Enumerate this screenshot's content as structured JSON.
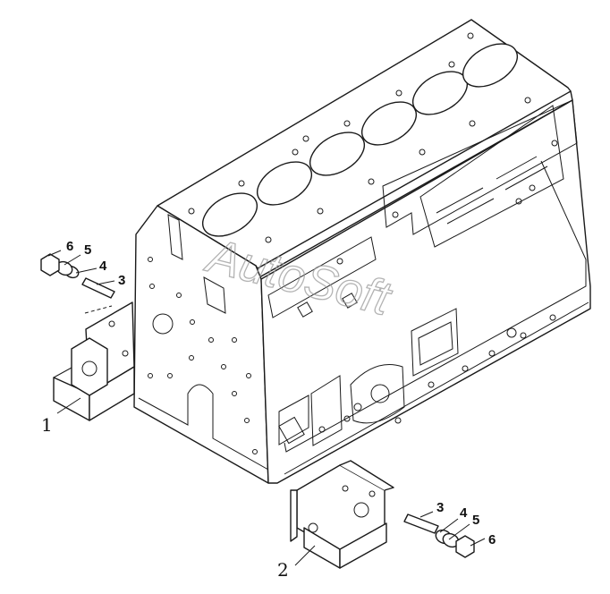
{
  "watermark": "AutoSoft",
  "callouts": {
    "left_bracket": "1",
    "right_bracket": "2",
    "left_nut": "6",
    "left_washer_a": "5",
    "left_washer_b": "4",
    "left_stud": "3",
    "right_stud": "3",
    "right_washer_b": "4",
    "right_washer_a": "5",
    "right_nut": "6"
  }
}
